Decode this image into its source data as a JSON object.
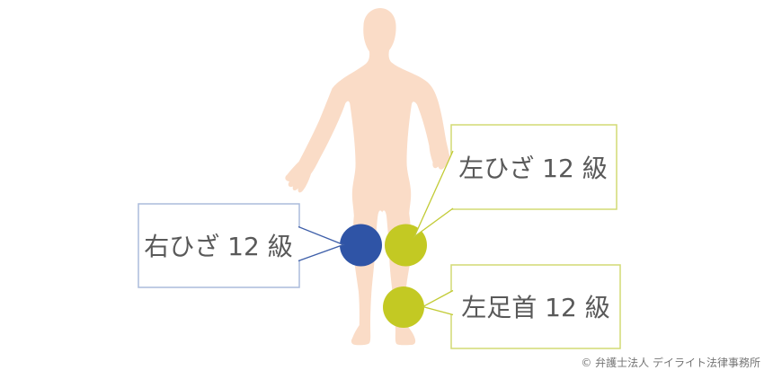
{
  "figure": {
    "body_color": "#FADCC7"
  },
  "markers": {
    "right_knee": {
      "name": "right-knee-marker",
      "color": "#2F54A6"
    },
    "left_knee": {
      "name": "left-knee-marker",
      "color": "#C3C923"
    },
    "left_ankle": {
      "name": "left-ankle-marker",
      "color": "#C3C923"
    }
  },
  "callouts": {
    "right_knee": {
      "label": "右ひざ 12 級",
      "border_color": "#ABBCDC",
      "pointer_color": "#3E5FA9"
    },
    "left_knee": {
      "label": "左ひざ 12 級",
      "border_color": "#D2DA74",
      "pointer_color": "#C2CB35"
    },
    "left_ankle": {
      "label": "左足首 12 級",
      "border_color": "#D2DA74",
      "pointer_color": "#C2CB35"
    }
  },
  "text_color": "#595959",
  "footer": {
    "copyright": "© 弁護士法人 デイライト法律事務所",
    "color": "#757575"
  }
}
